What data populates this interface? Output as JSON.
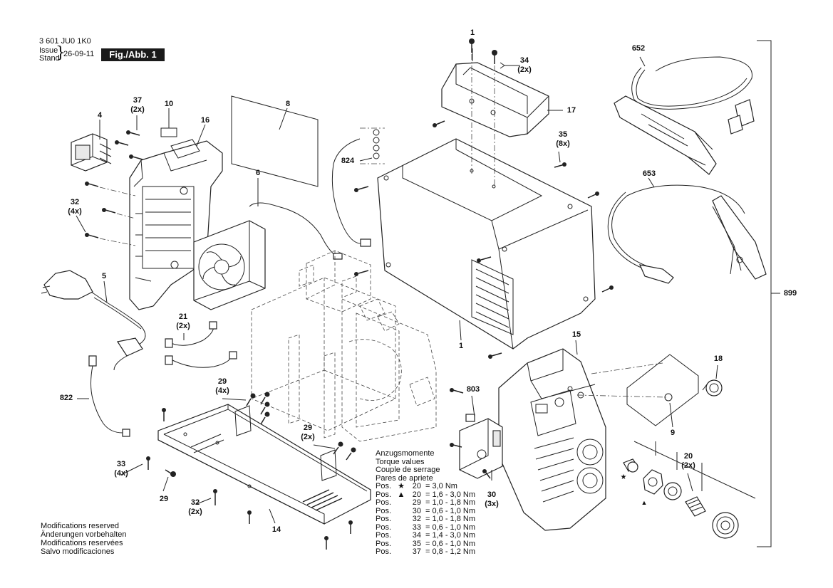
{
  "header": {
    "part_number": "3 601 JU0 1K0",
    "issue_label": "Issue",
    "stand_label": "Stand",
    "date": "26-09-11",
    "figure_label": "Fig./Abb. 1"
  },
  "callouts": {
    "c37": "37",
    "c37q": "(2x)",
    "c10": "10",
    "c16": "16",
    "c4": "4",
    "c8": "8",
    "c6": "6",
    "c32a": "32",
    "c32aq": "(4x)",
    "c5": "5",
    "c21": "21",
    "c21q": "(2x)",
    "c822": "822",
    "c29a": "29",
    "c29aq": "(4x)",
    "c29b": "29",
    "c29bq": "(2x)",
    "c33": "33",
    "c33q": "(4x)",
    "c29c": "29",
    "c32b": "32",
    "c32bq": "(2x)",
    "c14": "14",
    "c824": "824",
    "c1": "1",
    "c34": "34",
    "c34q": "(2x)",
    "c17": "17",
    "c35": "35",
    "c35q": "(8x)",
    "c652": "652",
    "c653": "653",
    "c899": "899",
    "c15": "15",
    "c18": "18",
    "c9": "9",
    "c803": "803",
    "c30": "30",
    "c30q": "(3x)",
    "c20": "20",
    "c20q": "(2x)"
  },
  "torque": {
    "title_lines": [
      "Anzugsmomente",
      "Torque values",
      "Couple de serrage",
      "Pares de apriete"
    ],
    "rows": [
      {
        "pos": "Pos.",
        "mark": "★",
        "num": "20",
        "value": "= 3,0 Nm"
      },
      {
        "pos": "Pos.",
        "mark": "▲",
        "num": "20",
        "value": "= 1,6 - 3,0 Nm"
      },
      {
        "pos": "Pos.",
        "mark": "",
        "num": "29",
        "value": "= 1,0 - 1,8 Nm"
      },
      {
        "pos": "Pos.",
        "mark": "",
        "num": "30",
        "value": "= 0,6 - 1,0 Nm"
      },
      {
        "pos": "Pos.",
        "mark": "",
        "num": "32",
        "value": "= 1,0 - 1,8 Nm"
      },
      {
        "pos": "Pos.",
        "mark": "",
        "num": "33",
        "value": "= 0,6 - 1,0 Nm"
      },
      {
        "pos": "Pos.",
        "mark": "",
        "num": "34",
        "value": "= 1,4 - 3,0 Nm"
      },
      {
        "pos": "Pos.",
        "mark": "",
        "num": "35",
        "value": "= 0,6 - 1,0 Nm"
      },
      {
        "pos": "Pos.",
        "mark": "",
        "num": "37",
        "value": "= 0,8 - 1,2 Nm"
      }
    ]
  },
  "markers": {
    "star": "★",
    "triangle": "▲"
  },
  "modifications": [
    "Modifications reserved",
    "Änderungen vorbehalten",
    "Modifications reservées",
    "Salvo modificaciones"
  ]
}
